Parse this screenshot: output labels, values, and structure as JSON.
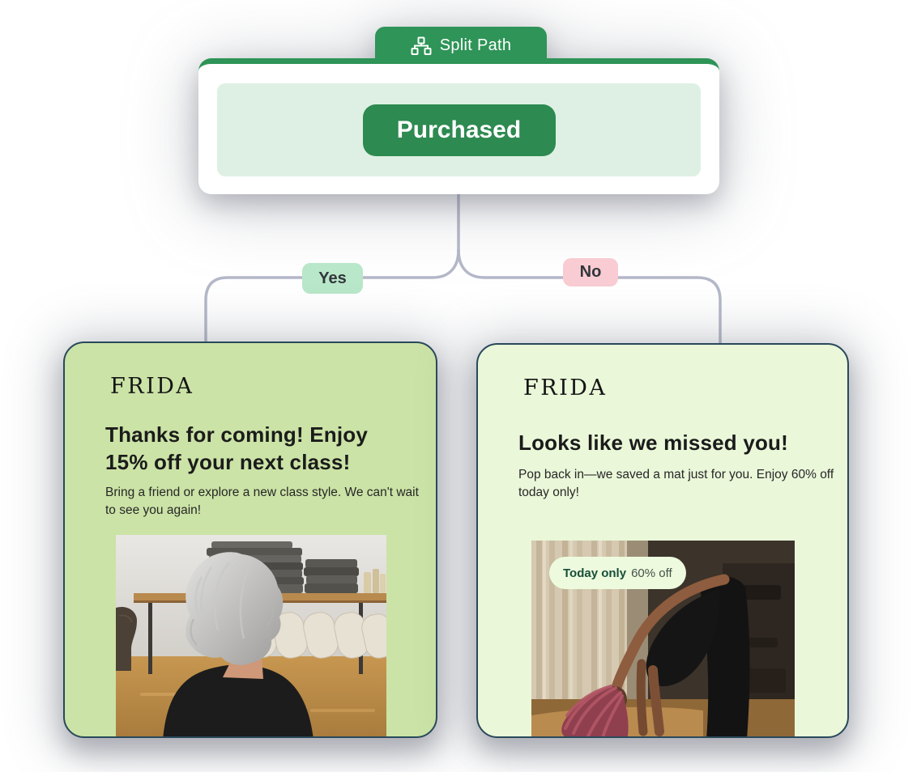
{
  "node": {
    "tab_label": "Split Path",
    "tab_icon": "hierarchy-icon",
    "condition_label": "Purchased"
  },
  "branches": {
    "yes": "Yes",
    "no": "No"
  },
  "emails": {
    "yes": {
      "brand": "FRIDA",
      "heading": "Thanks for coming! Enjoy 15% off your next class!",
      "body": "Bring a friend or explore a new class style. We can't wait to see you again!",
      "image": "woman-gray-hair-yoga-studio-photo"
    },
    "no": {
      "brand": "FRIDA",
      "heading": "Looks like we missed you!",
      "body": "Pop back in—we saved a mat just for you. Enjoy 60% off today only!",
      "badge_bold": "Today only",
      "badge_text": "60% off",
      "image": "woman-forward-fold-pink-braids-photo"
    }
  },
  "colors": {
    "brand_green": "#2e9457",
    "button_green": "#2d8a50",
    "condition_panel_mint": "#def0e3",
    "yes_badge": "#b9e7c9",
    "no_badge": "#f8ccd2",
    "card_yes_bg": "#cbe3a6",
    "card_no_bg": "#eaf7d9",
    "card_border": "#29495b",
    "connector": "#b4b8c8"
  }
}
